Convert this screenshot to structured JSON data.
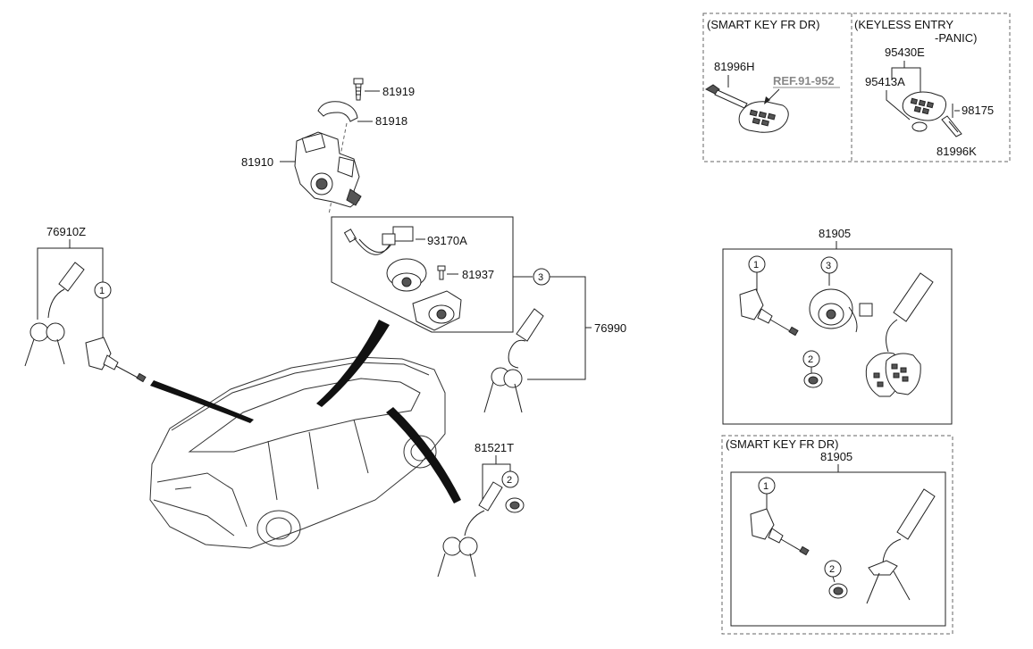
{
  "callouts": {
    "key_assy_left": "76910Z",
    "ignition_bolt": "81919",
    "ignition_bracket": "81918",
    "steering_lock": "81910",
    "immobilizer_antenna": "93170A",
    "small_bolt": "81937",
    "key_set_right": "76990",
    "door_key": "81521T",
    "lock_set_full": "81905",
    "lock_set_smart": "81905",
    "smart_key_fob": "95430E",
    "fob_battery": "95413A",
    "fob_tag": "98175",
    "emergency_key_k": "81996K",
    "emergency_key_h": "81996H",
    "ref": "REF.91-952"
  },
  "boxes": {
    "smart_key_fr_dr_top": "(SMART KEY FR DR)",
    "keyless_entry_line1": "(KEYLESS ENTRY",
    "keyless_entry_line2": "-PANIC)",
    "smart_key_fr_dr_bottom": "(SMART KEY FR DR)"
  },
  "markers": {
    "one": "1",
    "two": "2",
    "three": "3"
  },
  "colors": {
    "line": "#222222",
    "dashed_frame": "#666666",
    "ref_text": "#888888",
    "background": "#ffffff"
  }
}
